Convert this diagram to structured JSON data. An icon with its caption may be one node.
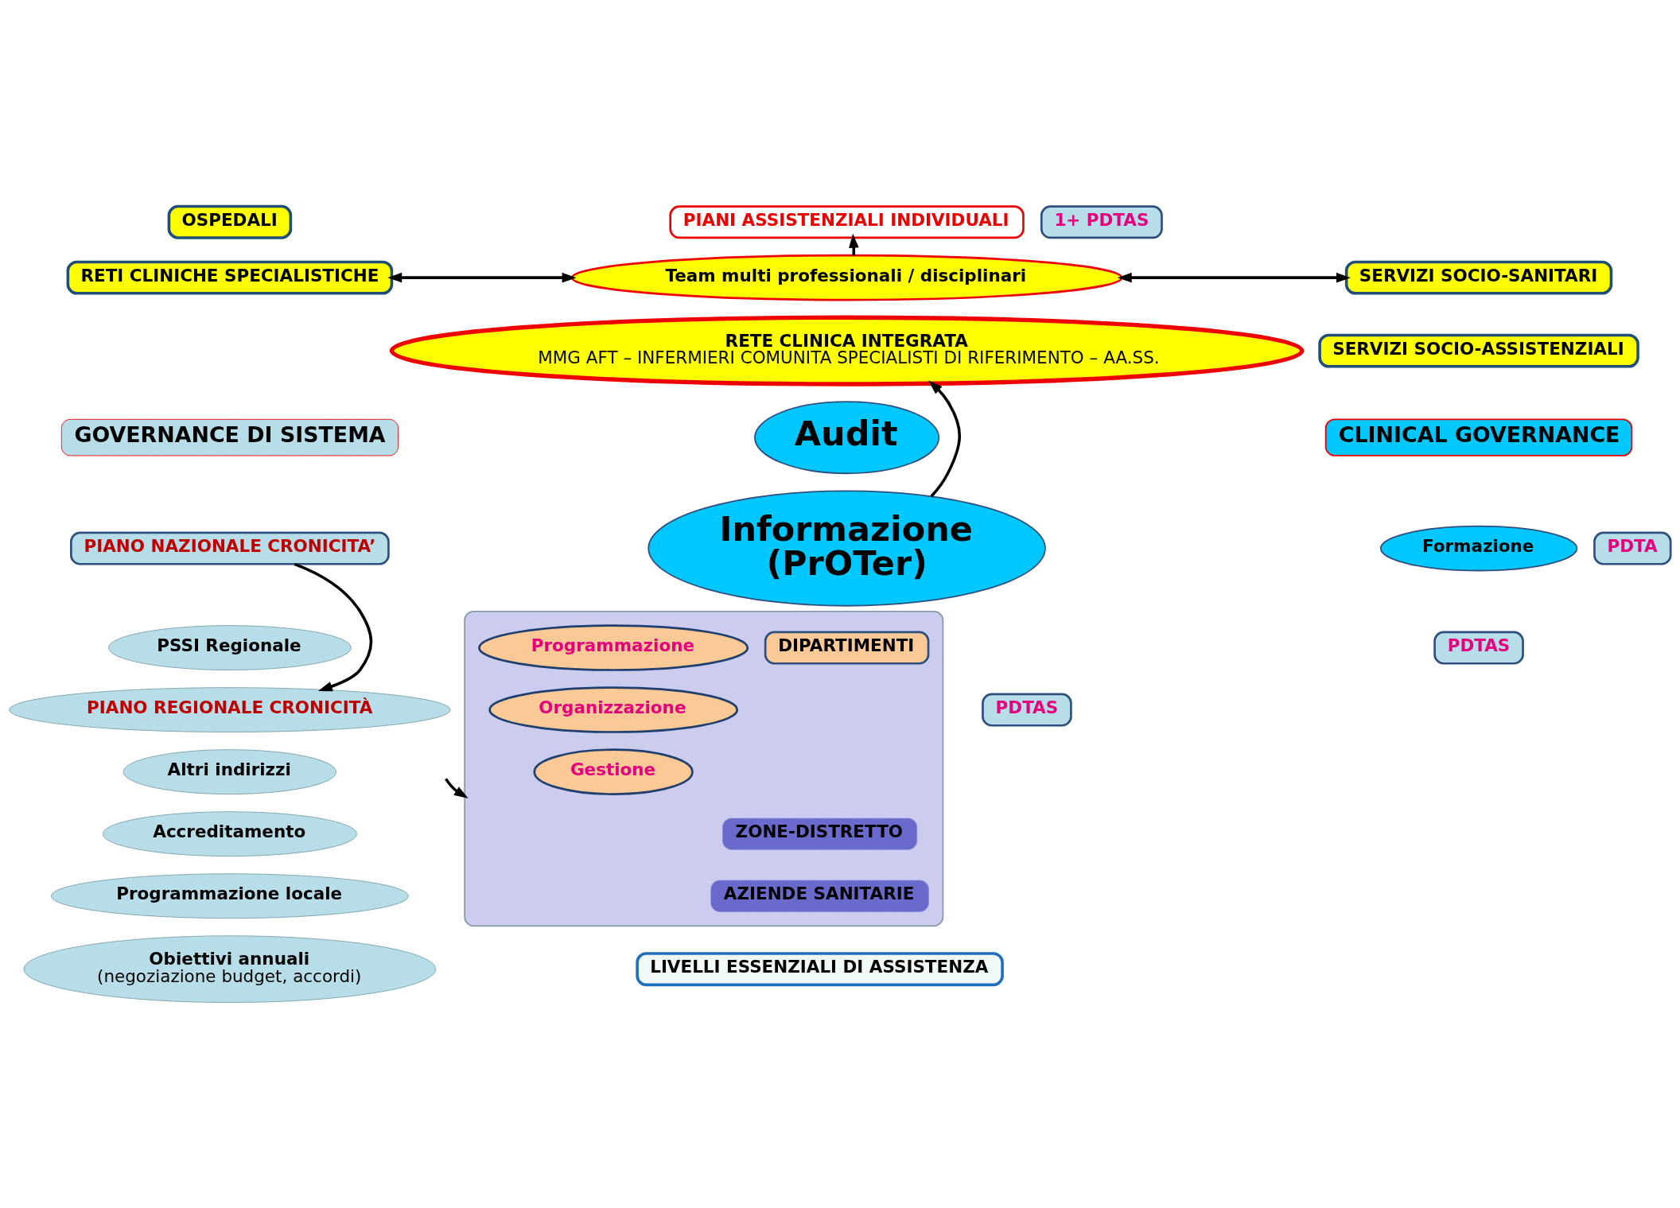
{
  "diagram": {
    "nodes": [
      {
        "text": [
          "OSPEDALI"
        ]
      },
      {
        "text": [
          "RETI CLINICHE SPECIALISTICHE"
        ]
      },
      {
        "text": [
          "PIANI ASSISTENZIALI INDIVIDUALI"
        ]
      },
      {
        "text": [
          "1+ PDTAS"
        ]
      },
      {
        "text": [
          "Team multi professionali / disciplinari"
        ]
      },
      {
        "text": [
          "SERVIZI SOCIO-SANITARI"
        ]
      },
      {
        "text": [
          "SERVIZI SOCIO-ASSISTENZIALI"
        ]
      },
      {
        "text": [
          "RETE CLINICA INTEGRATA",
          "MMG AFT – INFERMIERI COMUNITA SPECIALISTI DI RIFERIMENTO – AA.SS."
        ]
      },
      {
        "text": [
          "GOVERNANCE DI SISTEMA"
        ]
      },
      {
        "text": [
          "Audit"
        ]
      },
      {
        "text": [
          "CLINICAL GOVERNANCE"
        ]
      },
      {
        "text": [
          "PIANO NAZIONALE CRONICITA’"
        ]
      },
      {
        "text": [
          "PDTA"
        ]
      },
      {
        "text": [
          "Informazione",
          "(PrOTer)"
        ]
      },
      {
        "text": [
          "Formazione"
        ]
      },
      {
        "text": [
          "PSSI Regionale"
        ]
      },
      {
        "text": [
          "PIANO REGIONALE CRONICITÀ"
        ]
      },
      {
        "text": [
          "PDTAS"
        ]
      },
      {
        "text": [],
        "shape": "box"
      },
      {
        "text": [
          "ZONE-DISTRETTO"
        ],
        "in": 18
      },
      {
        "text": [
          "DIPARTIMENTI"
        ],
        "in": 18
      },
      {
        "text": [
          "Programmazione"
        ],
        "in": 18
      },
      {
        "text": [
          "Organizzazione"
        ],
        "in": 18
      },
      {
        "text": [
          "PDTAS"
        ]
      },
      {
        "text": [
          "AZIENDE SANITARIE"
        ],
        "in": 18
      },
      {
        "text": [
          "Gestione"
        ],
        "in": 18
      },
      {
        "text": [
          "Altri indirizzi"
        ]
      },
      {
        "text": [
          "Accreditamento"
        ]
      },
      {
        "text": [
          "Programmazione locale"
        ]
      },
      {
        "text": [
          "Obiettivi annuali",
          "(negoziazione budget, accordi)"
        ]
      },
      {
        "text": [
          "LIVELLI ESSENZIALI DI ASSISTENZA"
        ]
      }
    ],
    "edges": [
      {
        "from": 1,
        "to": 4,
        "arrow": "both"
      },
      {
        "from": 4,
        "to": 5,
        "arrow": "both"
      },
      {
        "from": 4,
        "to": 2,
        "arrow": "to"
      },
      {
        "from": 13,
        "to": 7,
        "arrow": "to"
      },
      {
        "from": 11,
        "to": 16,
        "arrow": "to"
      },
      {
        "from": null,
        "to": 18,
        "arrow": "to"
      }
    ]
  }
}
